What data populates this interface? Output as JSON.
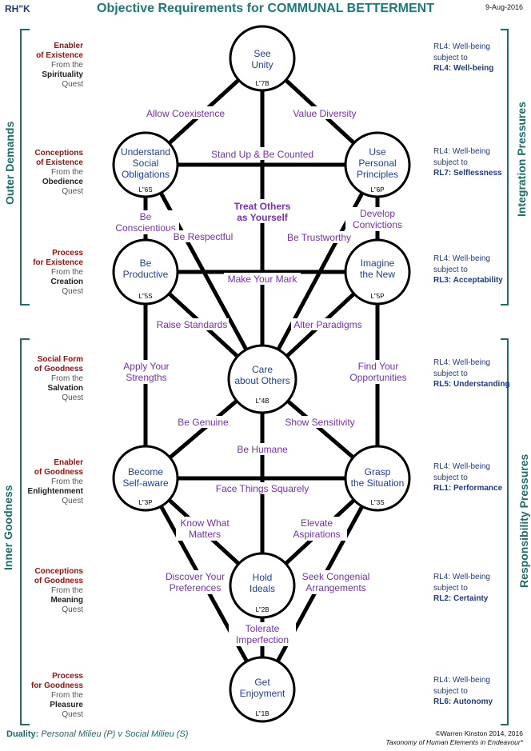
{
  "header": {
    "code": "RH\"K",
    "title": "Objective Requirements for COMMUNAL BETTERMENT",
    "date": "9-Aug-2016"
  },
  "side_labels": {
    "outer": "Outer Demands",
    "inner": "Inner Goodness",
    "integration": "Integration Pressures",
    "responsibility": "Responsibility Pressures"
  },
  "left_blocks": [
    {
      "red1": "Enabler",
      "red2": "of Existence",
      "from": "From the",
      "bold": "Spirituality",
      "quest": "Quest"
    },
    {
      "red1": "Conceptions",
      "red2": "of Existence",
      "from": "From the",
      "bold": "Obedience",
      "quest": "Quest"
    },
    {
      "red1": "Process",
      "red2": "for Existence",
      "from": "From the",
      "bold": "Creation",
      "quest": "Quest"
    },
    {
      "red1": "Social Form",
      "red2": "of Goodness",
      "from": "From the",
      "bold": "Salvation",
      "quest": "Quest"
    },
    {
      "red1": "Enabler",
      "red2": "of Goodness",
      "from": "From the",
      "bold": "Enlightenment",
      "quest": "Quest"
    },
    {
      "red1": "Conceptions",
      "red2": "of Goodness",
      "from": "From the",
      "bold": "Meaning",
      "quest": "Quest"
    },
    {
      "red1": "Process",
      "red2": "for Goodness",
      "from": "From the",
      "bold": "Pleasure",
      "quest": "Quest"
    }
  ],
  "right_blocks": [
    {
      "line1": "RL4: Well-being",
      "line2": "subject to",
      "line3": "RL4: Well-being"
    },
    {
      "line1": "RL4: Well-being",
      "line2": "subject to",
      "line3": "RL7:  Selflessness"
    },
    {
      "line1": "RL4: Well-being",
      "line2": "subject to",
      "line3": "RL3: Acceptability"
    },
    {
      "line1": "RL4: Well-being",
      "line2": "subject to",
      "line3": "RL5: Understanding"
    },
    {
      "line1": "RL4: Well-being",
      "line2": "subject to",
      "line3": "RL1:  Performance"
    },
    {
      "line1": "RL4: Well-being",
      "line2": "subject to",
      "line3": "RL2:  Certainty"
    },
    {
      "line1": "RL4: Well-being",
      "line2": "subject to",
      "line3": "RL6:  Autonomy"
    }
  ],
  "nodes": [
    {
      "id": "n7b",
      "line1": "See",
      "line2": "Unity",
      "line3": "",
      "code": "L\"7B"
    },
    {
      "id": "n6s",
      "line1": "Understand",
      "line2": "Social",
      "line3": "Obligations",
      "code": "L\"6S"
    },
    {
      "id": "n6p",
      "line1": "Use",
      "line2": "Personal",
      "line3": "Principles",
      "code": "L\"6P"
    },
    {
      "id": "n5s",
      "line1": "Be",
      "line2": "Productive",
      "line3": "",
      "code": "L\"5S"
    },
    {
      "id": "n5p",
      "line1": "Imagine",
      "line2": "the New",
      "line3": "",
      "code": "L\"5P"
    },
    {
      "id": "n4b",
      "line1": "Care",
      "line2": "about Others",
      "line3": "",
      "code": "L\"4B"
    },
    {
      "id": "n3p",
      "line1": "Become",
      "line2": "Self-aware",
      "line3": "",
      "code": "L\"3P"
    },
    {
      "id": "n3s",
      "line1": "Grasp",
      "line2": "the Situation",
      "line3": "",
      "code": "L\"3S"
    },
    {
      "id": "n2b",
      "line1": "Hold",
      "line2": "Ideals",
      "line3": "",
      "code": "L\"2B"
    },
    {
      "id": "n1b",
      "line1": "Get",
      "line2": "Enjoyment",
      "line3": "",
      "code": "L\"1B"
    }
  ],
  "paths": [
    {
      "line1": "Allow Coexistence",
      "line2": ""
    },
    {
      "line1": "Value Diversity",
      "line2": ""
    },
    {
      "line1": "Stand Up & Be Counted",
      "line2": ""
    },
    {
      "line1": "Treat Others",
      "line2": "as Yourself"
    },
    {
      "line1": "Be",
      "line2": "Conscientious"
    },
    {
      "line1": "Develop",
      "line2": "Convictions"
    },
    {
      "line1": "Be Respectful",
      "line2": ""
    },
    {
      "line1": "Be Trustworthy",
      "line2": ""
    },
    {
      "line1": "Make Your Mark",
      "line2": ""
    },
    {
      "line1": "Raise Standards",
      "line2": ""
    },
    {
      "line1": "Alter Paradigms",
      "line2": ""
    },
    {
      "line1": "Apply Your",
      "line2": "Strengths"
    },
    {
      "line1": "Find Your",
      "line2": "Opportunities"
    },
    {
      "line1": "Be Genuine",
      "line2": ""
    },
    {
      "line1": "Show Sensitivity",
      "line2": ""
    },
    {
      "line1": "Be Humane",
      "line2": ""
    },
    {
      "line1": "Face Things Squarely",
      "line2": ""
    },
    {
      "line1": "Know What",
      "line2": "Matters"
    },
    {
      "line1": "Elevate",
      "line2": "Aspirations"
    },
    {
      "line1": "Discover Your",
      "line2": "Preferences"
    },
    {
      "line1": "Seek Congenial",
      "line2": "Arrangements"
    },
    {
      "line1": "Tolerate",
      "line2": "Imperfection"
    }
  ],
  "footer": {
    "duality_label": "Duality:",
    "duality_text": "Personal Milieu (P)  v  Social Milieu (S)",
    "copyright": "©Warren Kinston 2014, 2016",
    "source": "Taxonomy of Human Elements in Endeavour*"
  },
  "colors": {
    "teal": "#1b6e6a",
    "purple": "#7a2eb8",
    "node_blue": "#1f3fa0",
    "red": "#a01010",
    "navy": "#1f3a8a"
  }
}
